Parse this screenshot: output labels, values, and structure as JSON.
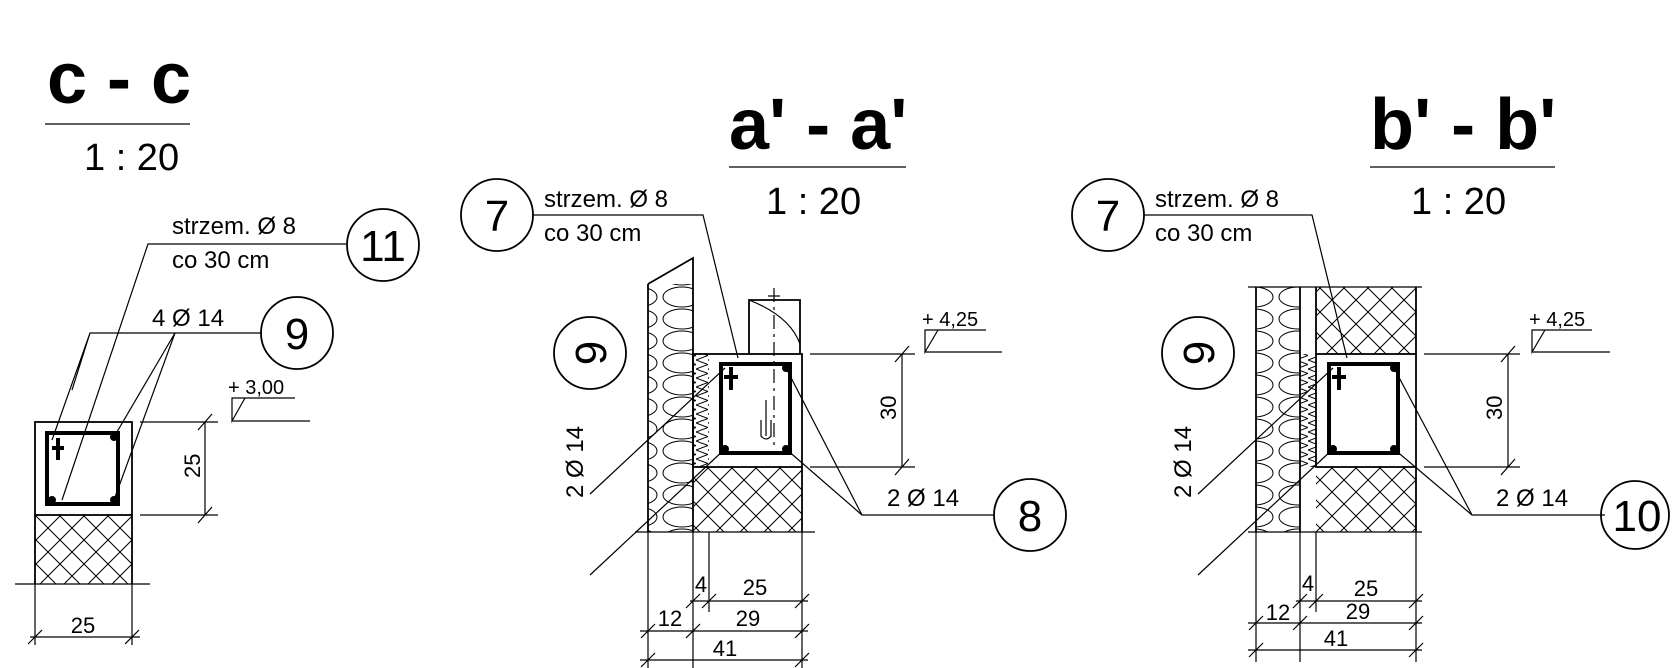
{
  "sections": [
    {
      "title": "c - c",
      "scale": "1 : 20",
      "stirrup_label": "strzem. Ø 8",
      "stirrup_spacing": "co 30 cm",
      "stirrup_mark": "11",
      "bars_label": "4 Ø 14",
      "bars_mark": "9",
      "elevation": "+ 3,00",
      "height_dim": "25",
      "width_dim": "25"
    },
    {
      "title": "a' - a'",
      "scale": "1 : 20",
      "stirrup_label": "strzem. Ø 8",
      "stirrup_spacing": "co 30 cm",
      "stirrup_mark": "7",
      "side_bars_label": "2 Ø 14",
      "side_bars_mark": "9",
      "bottom_bars_label": "2 Ø 14",
      "bottom_bars_mark": "8",
      "elevation": "+ 4,25",
      "height_dim": "30",
      "dims": [
        "4",
        "25",
        "12",
        "29",
        "41"
      ]
    },
    {
      "title": "b' - b'",
      "scale": "1 : 20",
      "stirrup_label": "strzem. Ø 8",
      "stirrup_spacing": "co 30 cm",
      "stirrup_mark": "7",
      "side_bars_label": "2 Ø 14",
      "side_bars_mark": "9",
      "bottom_bars_label": "2 Ø 14",
      "bottom_bars_mark": "10",
      "elevation": "+ 4,25",
      "height_dim": "30",
      "dims": [
        "4",
        "25",
        "12",
        "29",
        "41"
      ]
    }
  ]
}
